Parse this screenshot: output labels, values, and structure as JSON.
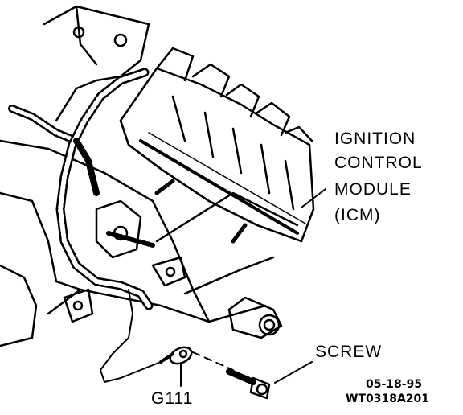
{
  "diagram": {
    "labels": {
      "icm_line1": "IGNITION",
      "icm_line2": "CONTROL",
      "icm_line3": "MODULE",
      "icm_line4": "(ICM)",
      "screw": "SCREW",
      "ground": "G111"
    },
    "figure_codes": {
      "date": "05-18-95",
      "ref": "WT0318A201"
    },
    "colors": {
      "ink": "#000000",
      "paper": "#ffffff"
    }
  }
}
